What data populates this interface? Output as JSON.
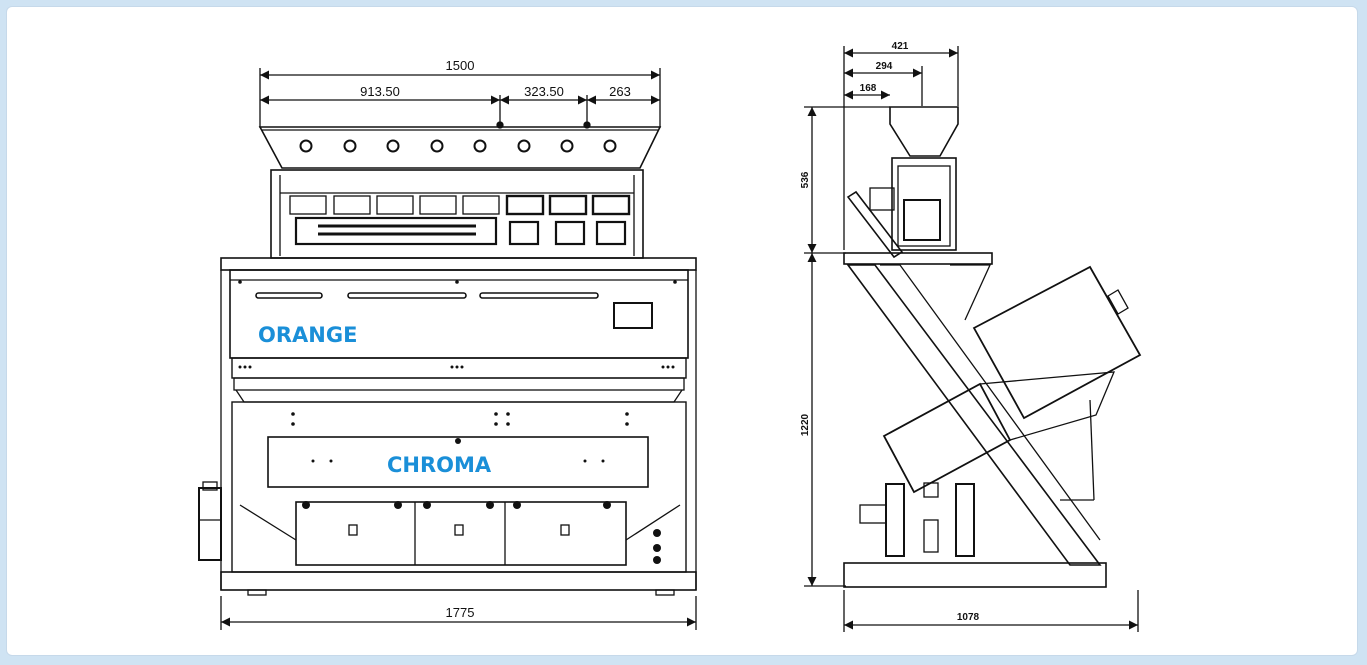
{
  "front_view": {
    "brand_top": "ORANGE",
    "brand_bottom": "CHROMA",
    "dim_total_width": "1500",
    "dim_left_width": "913.50",
    "dim_middle_width": "323.50",
    "dim_right_width": "263",
    "dim_base_width": "1775"
  },
  "side_view": {
    "dim_hopper_width": "421",
    "dim_hopper_mid": "294",
    "dim_hopper_inner": "168",
    "dim_upper_height": "536",
    "dim_lower_height": "1220",
    "dim_base_depth": "1078"
  },
  "colors": {
    "brand": "#1a8fd8",
    "line": "#111111",
    "background_border": "#cfe3f3"
  }
}
